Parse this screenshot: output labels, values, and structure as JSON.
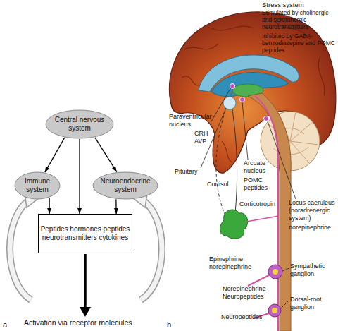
{
  "diagram": {
    "nodes": [
      {
        "text": [
          "Central nervous system"
        ]
      },
      {
        "text": [
          "Immune system"
        ]
      },
      {
        "text": [
          "Neuroendocrine system"
        ]
      },
      {
        "text": [
          "Peptides hormones peptides neurotransmitters cytokines"
        ]
      }
    ],
    "edges": [
      {
        "from": 0,
        "to": 1,
        "arrow": "to"
      },
      {
        "from": 0,
        "to": 3,
        "arrow": "to"
      },
      {
        "from": 0,
        "to": 2,
        "arrow": "to"
      },
      {
        "from": 1,
        "to": 3,
        "arrow": "to"
      },
      {
        "from": 2,
        "to": 3,
        "arrow": "to"
      }
    ],
    "labels": [
      "Stress system",
      "Stimulated by cholinergic and serotonergic neurotransmitters",
      "Inhibited by GABA-benzodiazepine and POMC peptides",
      "Paraventricular nucleus",
      "CRH",
      "AVP",
      "Pituitary",
      "Cortisol",
      "Corticotropin",
      "Arcuate nucleus",
      "POMC peptides",
      "Locus caeruleus (noradrenergic system)",
      "norepinephrine",
      "Epinephrine norepinephrine",
      "Sympathetic ganglion",
      "Norepinephrine Neuropeptides",
      "Dorsal-root ganglion",
      "Neuropeptides",
      "Activation via receptor molecules",
      "a",
      "b"
    ]
  }
}
